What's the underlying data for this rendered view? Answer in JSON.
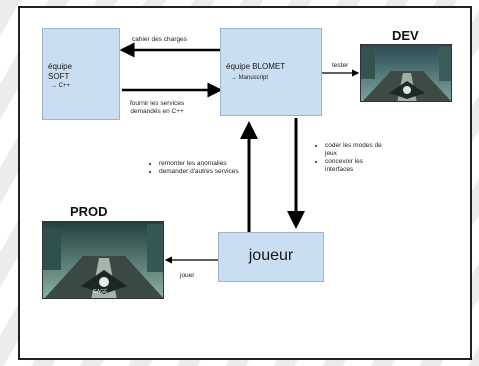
{
  "boxes": {
    "soft": {
      "title": "équipe\nSOFT",
      "sub": "→ C++"
    },
    "blomet": {
      "title": "équipe BLOMET",
      "sub": "→ Manuscript"
    },
    "joueur": {
      "title": "joueur"
    }
  },
  "labels": {
    "dev": "DEV",
    "prod": "PROD"
  },
  "arrows": {
    "cahier": "cahier des charges",
    "fournir": "fournir les services\ndemandés en C++",
    "tester": "tester",
    "jouer": "jouer",
    "remonter": [
      "remonter les anomalies",
      "demander d'autres services"
    ],
    "coder": [
      "coder les modes de jeux",
      "concevoir les interfaces"
    ]
  },
  "screenshots": {
    "prod_caption": "GAGÉ"
  }
}
